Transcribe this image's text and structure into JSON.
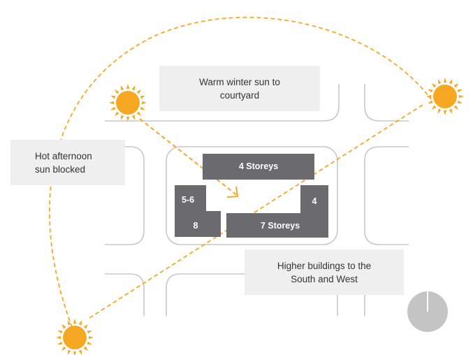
{
  "callouts": {
    "courtyard": "Warm winter sun to\ncourtyard",
    "afternoon": "Hot afternoon\nsun blocked",
    "higher": "Higher buildings to the\nSouth and West"
  },
  "buildings": {
    "north": "4 Storeys",
    "west_upper": "5-6",
    "west_lower": "8",
    "east": "4",
    "south": "7 Storeys"
  },
  "colors": {
    "sun": "#f7a823",
    "sun_rays": "#f7a823",
    "sun_path": "#f7a823",
    "building": "#6b6b6f",
    "street_outline": "#c8c8c8",
    "callout_bg": "#efefef",
    "north_indicator": "#c4c4c4"
  },
  "icons": {
    "sun": "sun-icon",
    "north": "north-indicator-icon"
  }
}
